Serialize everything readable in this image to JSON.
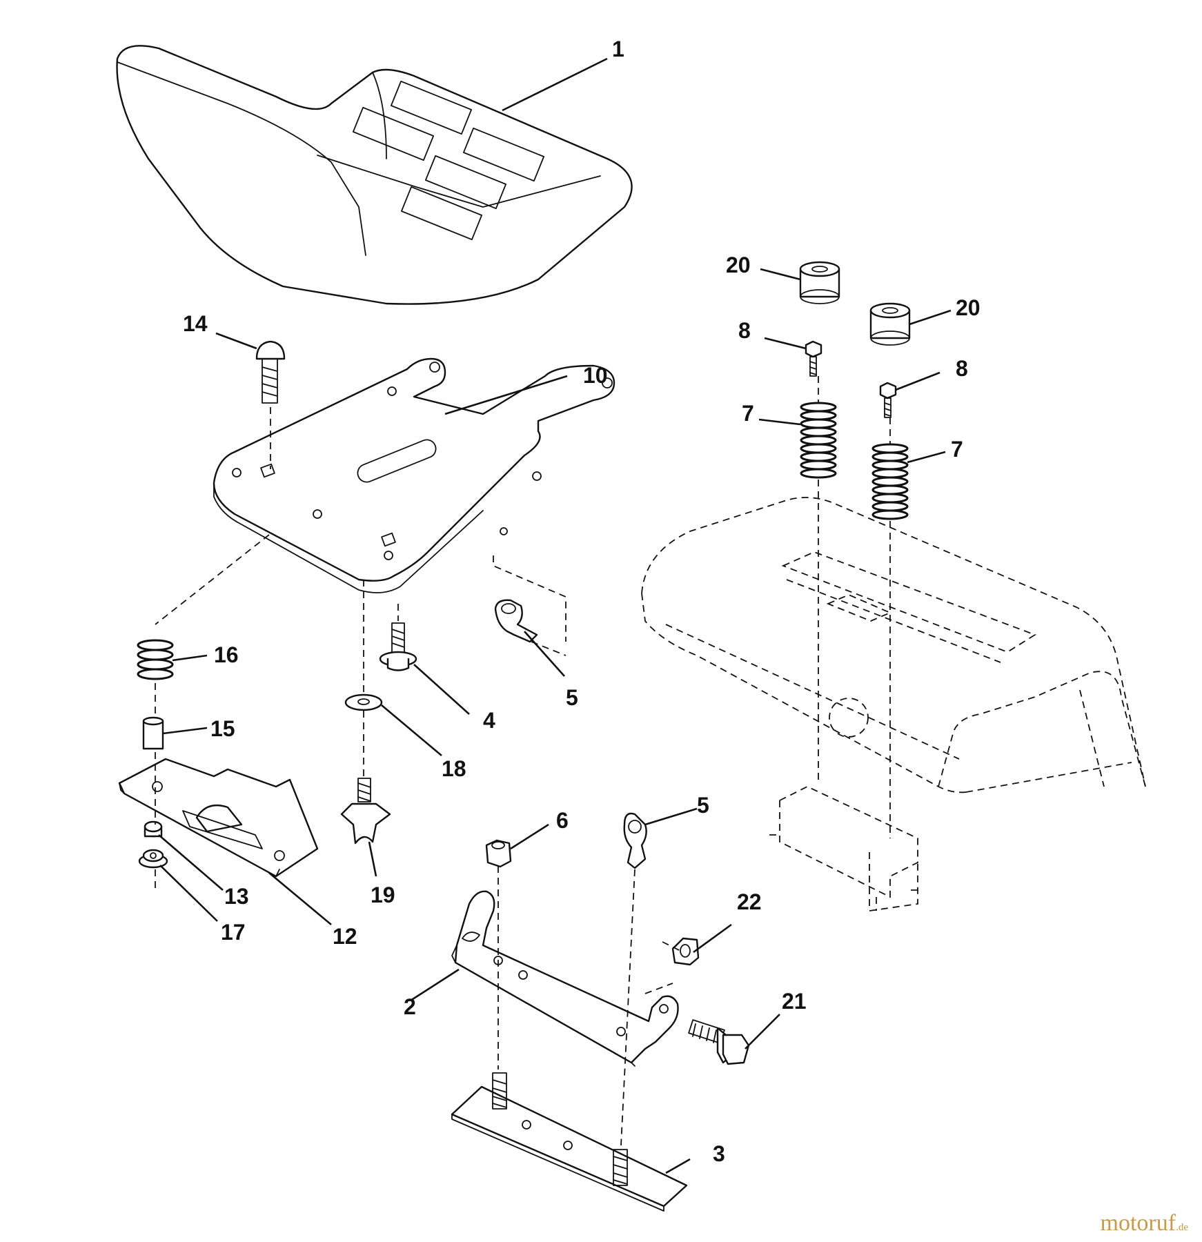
{
  "callouts": {
    "c1": "1",
    "c2": "2",
    "c3": "3",
    "c4": "4",
    "c5a": "5",
    "c5b": "5",
    "c6": "6",
    "c7a": "7",
    "c7b": "7",
    "c8a": "8",
    "c8b": "8",
    "c10": "10",
    "c12": "12",
    "c13": "13",
    "c14": "14",
    "c15": "15",
    "c16": "16",
    "c17": "17",
    "c18": "18",
    "c19": "19",
    "c20a": "20",
    "c20b": "20",
    "c21": "21",
    "c22": "22"
  },
  "watermark": {
    "brand": "motoruf",
    "tld": ".de"
  },
  "colors": {
    "ink": "#111111",
    "background": "#ffffff",
    "watermark": "#c89a4a"
  }
}
